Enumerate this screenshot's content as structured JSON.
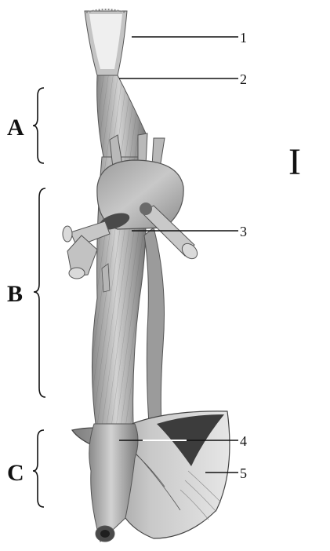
{
  "figure": {
    "panel_label": "I",
    "region_labels": [
      "A",
      "B",
      "C"
    ],
    "callouts": [
      "1",
      "2",
      "3",
      "4",
      "5"
    ]
  },
  "colors": {
    "ink": "#111111",
    "tissue_light": "#d8d8d8",
    "tissue_mid": "#a9a9a9",
    "tissue_dark": "#6e6e6e",
    "shadow": "#3a3a3a"
  }
}
